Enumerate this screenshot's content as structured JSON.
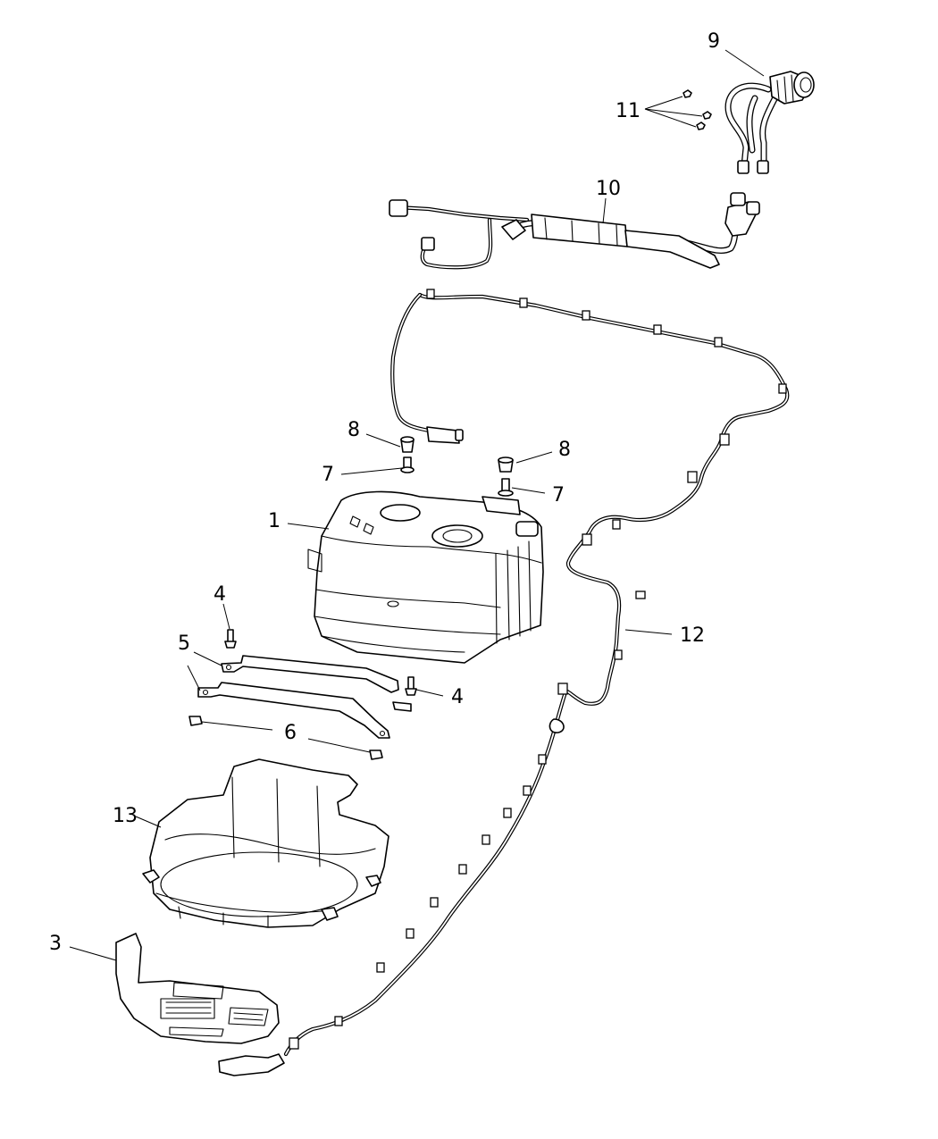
{
  "diagram": {
    "callouts": [
      {
        "id": "c9",
        "label": "9"
      },
      {
        "id": "c11",
        "label": "11"
      },
      {
        "id": "c10",
        "label": "10"
      },
      {
        "id": "c8a",
        "label": "8"
      },
      {
        "id": "c8b",
        "label": "8"
      },
      {
        "id": "c7a",
        "label": "7"
      },
      {
        "id": "c7b",
        "label": "7"
      },
      {
        "id": "c1",
        "label": "1"
      },
      {
        "id": "c4a",
        "label": "4"
      },
      {
        "id": "c5",
        "label": "5"
      },
      {
        "id": "c4b",
        "label": "4"
      },
      {
        "id": "c6",
        "label": "6"
      },
      {
        "id": "c12",
        "label": "12"
      },
      {
        "id": "c13",
        "label": "13"
      },
      {
        "id": "c3",
        "label": "3"
      }
    ]
  }
}
